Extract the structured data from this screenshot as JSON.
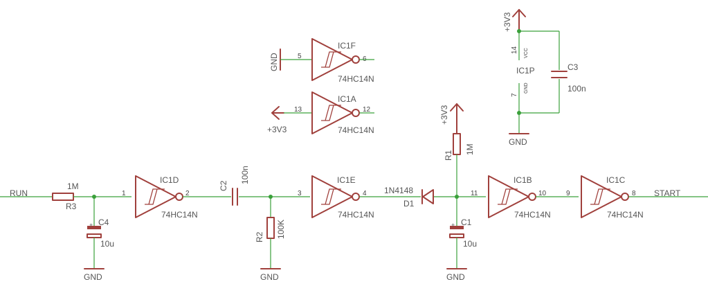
{
  "colors": {
    "wire": "#3aa03a",
    "part": "#a0403c",
    "text": "#555555",
    "background": "#ffffff"
  },
  "nets": {
    "run": "RUN",
    "start": "START"
  },
  "power": {
    "vcc": "+3V3",
    "gnd": "GND"
  },
  "components": {
    "R3": {
      "name": "R3",
      "value": "1M"
    },
    "C4": {
      "name": "C4",
      "value": "10u",
      "polarity": "+"
    },
    "C2": {
      "name": "C2",
      "value": "100n"
    },
    "R2": {
      "name": "R2",
      "value": "100K"
    },
    "D1": {
      "name": "D1",
      "value": "1N4148"
    },
    "R1": {
      "name": "R1",
      "value": "1M"
    },
    "C1": {
      "name": "C1",
      "value": "10u",
      "polarity": "+"
    },
    "C3": {
      "name": "C3",
      "value": "100n"
    }
  },
  "gates": {
    "IC1D": {
      "name": "IC1D",
      "part": "74HC14N",
      "pin_in": "1",
      "pin_out": "2"
    },
    "IC1E": {
      "name": "IC1E",
      "part": "74HC14N",
      "pin_in": "3",
      "pin_out": "4"
    },
    "IC1B": {
      "name": "IC1B",
      "part": "74HC14N",
      "pin_in": "11",
      "pin_out": "10"
    },
    "IC1C": {
      "name": "IC1C",
      "part": "74HC14N",
      "pin_in": "9",
      "pin_out": "8"
    },
    "IC1F": {
      "name": "IC1F",
      "part": "74HC14N",
      "pin_in": "5",
      "pin_out": "6"
    },
    "IC1A": {
      "name": "IC1A",
      "part": "74HC14N",
      "pin_in": "13",
      "pin_out": "12"
    }
  },
  "power_unit": {
    "name": "IC1P",
    "vcc_label": "VCC",
    "gnd_label": "GND",
    "vcc_pin": "14",
    "gnd_pin": "7"
  }
}
